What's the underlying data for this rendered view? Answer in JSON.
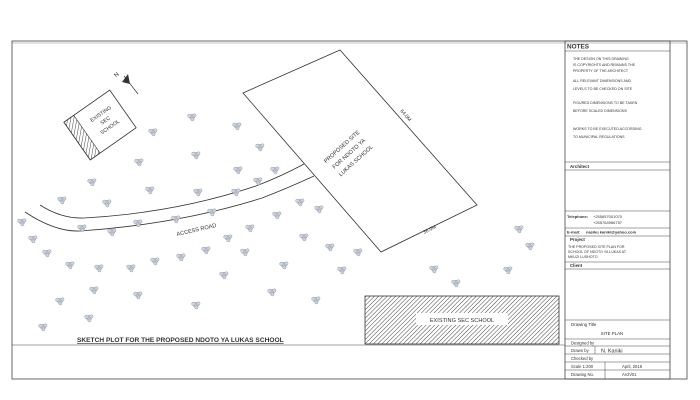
{
  "plan": {
    "north_label": "N",
    "existing_building_top_label": [
      "EXISTING",
      "SEC",
      "SCHOOL"
    ],
    "proposed_site_label": [
      "PROPOSED SITE",
      "FOR NDOTO YA",
      "LUKAS SCHOOL"
    ],
    "proposed_site_dim_long": "64.0M",
    "proposed_site_dim_short": "38.0M",
    "access_road_label": "ACCESS ROAD",
    "existing_building_bottom_label": "EXISTING SEC SCHOOL",
    "sketch_caption": "SKETCH PLOT FOR THE PROPOSED NDOTO YA LUKAS SCHOOL"
  },
  "title_block": {
    "notes_header": "NOTES",
    "notes": [
      [
        "THE DESIGN ON THIS DRAWING",
        "IS COPYRIGHTS AND REMAINS THE",
        "PROPERTY OF THE ARCHITECT"
      ],
      [
        "ALL RELEVANT DIMENSIONS AND",
        "LEVELS TO BE CHECKED ON SITE"
      ],
      [
        "FIGURED DIMENSIONS TO BE TAKEN",
        "BEFORE SCALED DIMENSIONS"
      ],
      [
        "WORKS TO BE EXECUTED ACCORDING",
        "TO MUNICIPAL REGULATIONS"
      ]
    ],
    "architect_label": "Architect",
    "telephone_label": "Telephone:",
    "telephone_numbers": [
      "+255657001070",
      "+255764966757"
    ],
    "email_label": "E-mail:",
    "email_value": "nasiku kaniki@yahoo.com",
    "project_label": "Project",
    "project_lines": [
      "THE PROPOSED SITE PLAN FOR",
      "SCHOOL OF NDOTO YA LUKAS AT",
      "MKUZI LUSHOTO"
    ],
    "client_label": "Client",
    "drawing_title_label": "Drawing Title",
    "drawing_title_value": "SITE PLAN",
    "designed_by_label": "Designed by",
    "drawn_by_label": "Drawn by",
    "drawn_by_value": "N. Kaniki",
    "checked_by_label": "Checked by",
    "scale_label": "Scale 1:200",
    "date_value": "April, 2016",
    "drawing_no_label": "Drawing No.",
    "drawing_no_value": "Arch/01"
  }
}
